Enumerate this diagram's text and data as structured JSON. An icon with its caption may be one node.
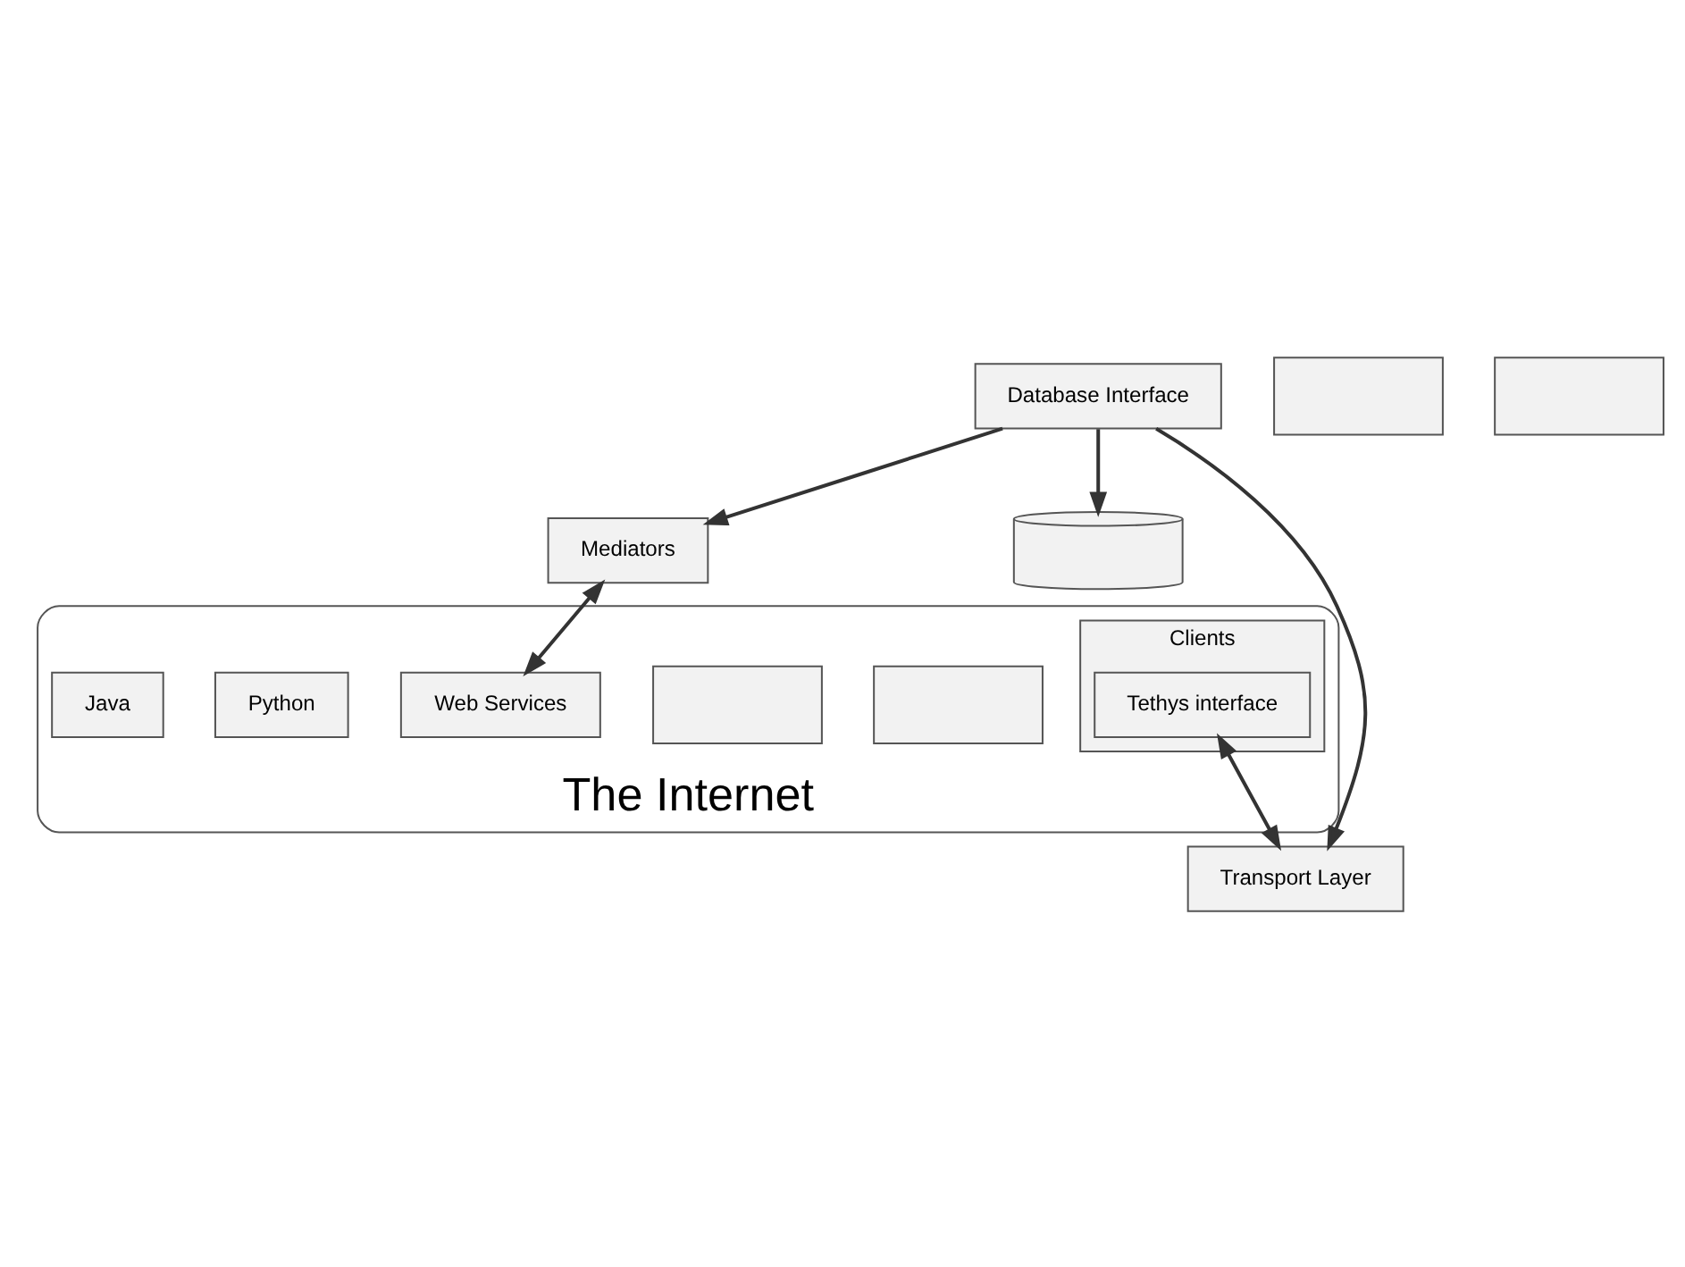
{
  "diagram": {
    "nodes": [
      {
        "text": [
          "The Internet"
        ]
      },
      {
        "text": [],
        "shape": "box"
      },
      {
        "text": [],
        "shape": "box"
      },
      {
        "text": [
          "Mediators"
        ]
      },
      {
        "text": [],
        "shape": "cylinder"
      },
      {
        "text": [
          "Database Interface"
        ]
      },
      {
        "text": [],
        "shape": "box",
        "in": 0
      },
      {
        "text": [],
        "shape": "box",
        "in": 0
      },
      {
        "text": [
          "Web Services"
        ],
        "in": 0
      },
      {
        "text": [
          "Python"
        ],
        "in": 0
      },
      {
        "text": [
          "Java"
        ],
        "in": 0
      },
      {
        "text": [
          "Clients"
        ],
        "in": 0
      },
      {
        "text": [
          "Tethys interface"
        ],
        "in": 11
      },
      {
        "text": [
          "Transport Layer"
        ]
      }
    ],
    "edges": [
      {
        "from": 3,
        "to": 8,
        "arrow": "both"
      },
      {
        "from": 5,
        "to": 3,
        "arrow": "to"
      },
      {
        "from": 5,
        "to": 4,
        "arrow": "to"
      },
      {
        "from": 5,
        "to": 13,
        "arrow": "to"
      },
      {
        "from": 12,
        "to": 13,
        "arrow": "both"
      }
    ]
  }
}
